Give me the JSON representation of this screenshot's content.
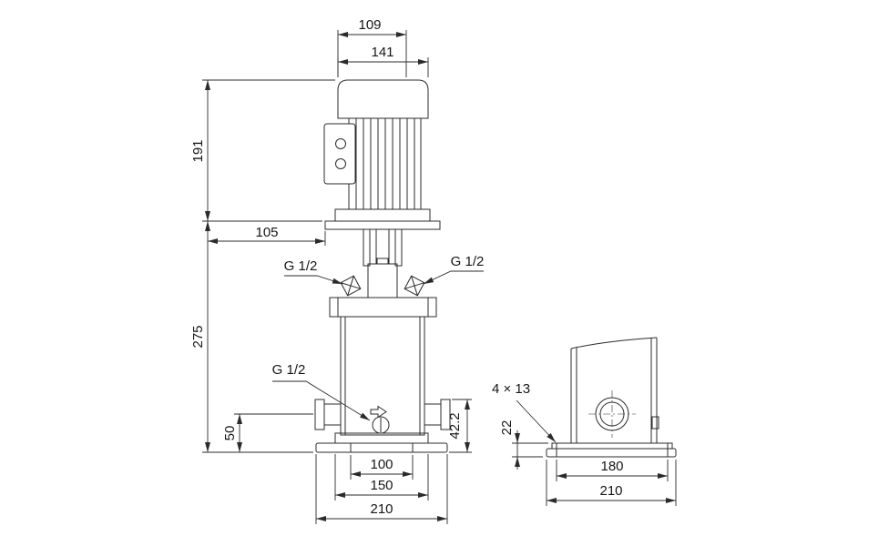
{
  "dimensions": {
    "d109": "109",
    "d141": "141",
    "d191": "191",
    "d105": "105",
    "d275": "275",
    "d50": "50",
    "d42_2": "42.2",
    "d100": "100",
    "d150": "150",
    "d210_front": "210",
    "d22": "22",
    "slot": "4 × 13",
    "d180": "180",
    "d210_side": "210",
    "g_half_left": "G 1/2",
    "g_half_right": "G 1/2",
    "g_half_drain": "G 1/2"
  },
  "colors": {
    "line": "#2b2b2b",
    "background": "#ffffff"
  }
}
